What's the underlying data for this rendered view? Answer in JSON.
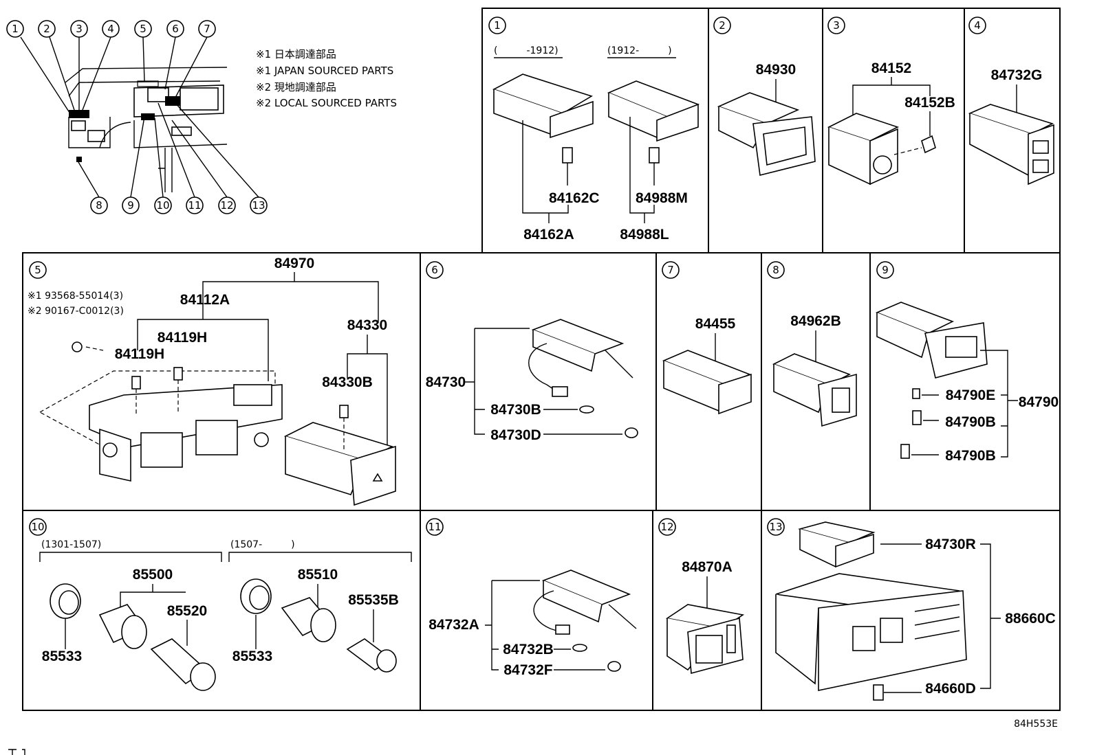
{
  "overview": {
    "callouts_top": [
      "1",
      "2",
      "3",
      "4",
      "5",
      "6",
      "7"
    ],
    "callouts_bottom": [
      "8",
      "9",
      "10",
      "11",
      "12",
      "13"
    ],
    "notes": [
      "※1 日本調達部品",
      "※1 JAPAN SOURCED PARTS",
      "※2 現地調達部品",
      "※2 LOCAL SOURCED PARTS"
    ]
  },
  "panels": {
    "p1": {
      "num": "1",
      "range_a": "(　　　-1912)",
      "range_b": "(1912-　　　)",
      "parts": [
        "84162C",
        "84162A",
        "84988M",
        "84988L"
      ]
    },
    "p2": {
      "num": "2",
      "parts": [
        "84930"
      ]
    },
    "p3": {
      "num": "3",
      "parts": [
        "84152",
        "84152B"
      ]
    },
    "p4": {
      "num": "4",
      "parts": [
        "84732G"
      ]
    },
    "p5": {
      "num": "5",
      "note1": "※1 93568-55014(3)",
      "note2": "※2 90167-C0012(3)",
      "parts": [
        "84970",
        "84112A",
        "84119H",
        "84119H",
        "84330",
        "84330B"
      ]
    },
    "p6": {
      "num": "6",
      "parts": [
        "84730",
        "84730B",
        "84730D"
      ]
    },
    "p7": {
      "num": "7",
      "parts": [
        "84455"
      ]
    },
    "p8": {
      "num": "8",
      "parts": [
        "84962B"
      ]
    },
    "p9": {
      "num": "9",
      "parts": [
        "84790E",
        "84790",
        "84790B",
        "84790B"
      ]
    },
    "p10": {
      "num": "10",
      "range_a": "(1301-1507)",
      "range_b": "(1507-　　　)",
      "parts": [
        "85500",
        "85520",
        "85533",
        "85510",
        "85535B",
        "85533"
      ]
    },
    "p11": {
      "num": "11",
      "parts": [
        "84732A",
        "84732B",
        "84732F"
      ]
    },
    "p12": {
      "num": "12",
      "parts": [
        "84870A"
      ]
    },
    "p13": {
      "num": "13",
      "parts": [
        "84730R",
        "88660C",
        "84660D"
      ]
    }
  },
  "footer": {
    "code": "84H553E"
  }
}
